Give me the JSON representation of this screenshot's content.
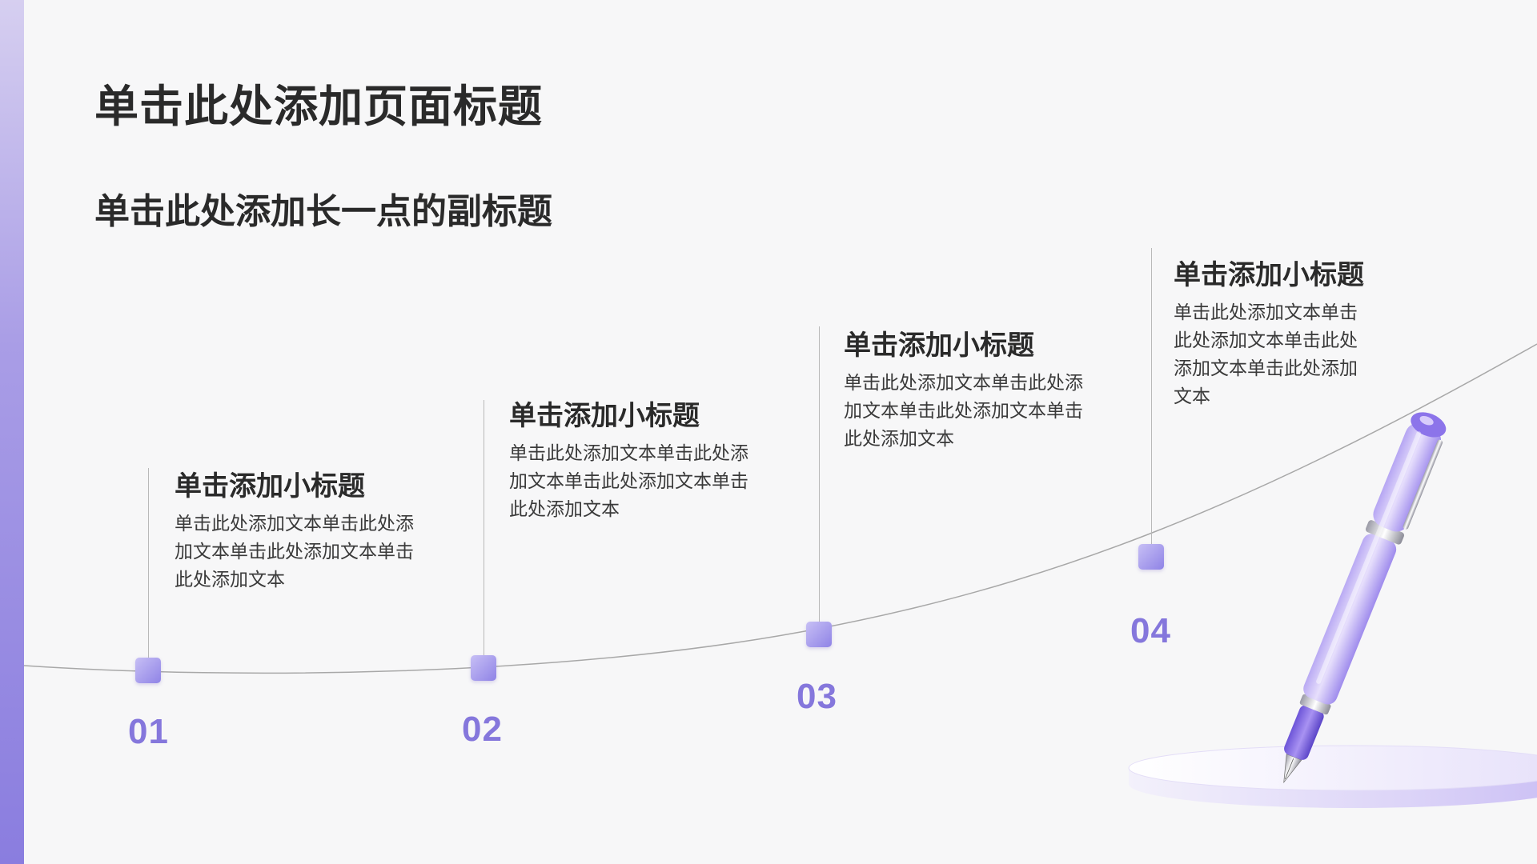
{
  "page": {
    "title": "单击此处添加页面标题",
    "subtitle": "单击此处添加长一点的副标题"
  },
  "steps": [
    {
      "number": "01",
      "title": "单击添加小标题",
      "text": "单击此处添加文本单击此处添加文本单击此处添加文本单击此处添加文本"
    },
    {
      "number": "02",
      "title": "单击添加小标题",
      "text": "单击此处添加文本单击此处添加文本单击此处添加文本单击此处添加文本"
    },
    {
      "number": "03",
      "title": "单击添加小标题",
      "text": "单击此处添加文本单击此处添加文本单击此处添加文本单击此处添加文本"
    },
    {
      "number": "04",
      "title": "单击添加小标题",
      "text": "单击此处添加文本单击此处添加文本单击此处添加文本单击此处添加文本"
    }
  ],
  "colors": {
    "accent": "#8577dc",
    "node_light": "#c7bff5",
    "node_dark": "#8f83e6",
    "background": "#f7f7f8"
  },
  "decoration": {
    "icon": "fountain-pen-icon"
  }
}
